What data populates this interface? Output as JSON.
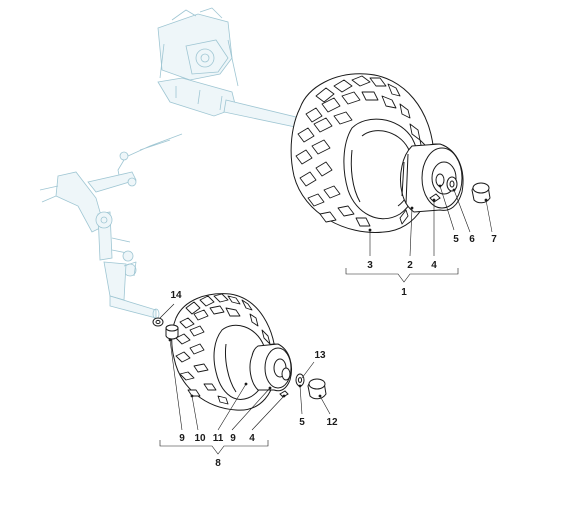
{
  "callouts": {
    "n1": "1",
    "n2": "2",
    "n3": "3",
    "n4_top": "4",
    "n5_top": "5",
    "n6": "6",
    "n7": "7",
    "n8": "8",
    "n9_left": "9",
    "n10": "10",
    "n11": "11",
    "n9_right": "9",
    "n4_bottom": "4",
    "n5_bottom": "5",
    "n12": "12",
    "n13": "13",
    "n14": "14"
  },
  "colors": {
    "ink": "#1a1a1a",
    "ghost": "#9fc6d3",
    "background": "#ffffff"
  }
}
